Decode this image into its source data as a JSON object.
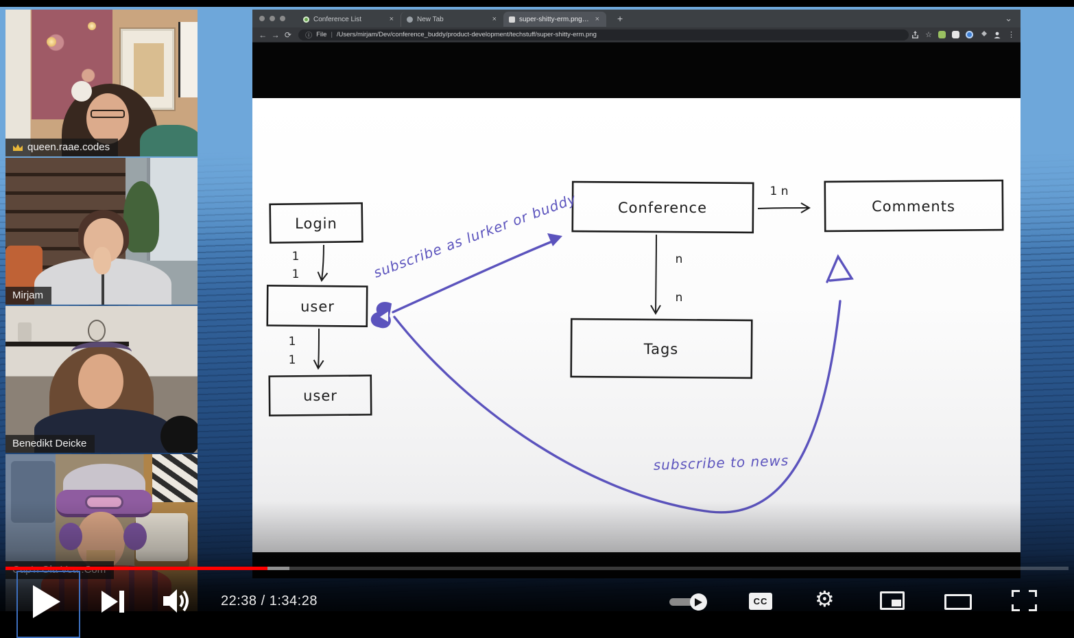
{
  "yt": {
    "time_display": "22:38 / 1:34:28",
    "cc_label": "CC",
    "accent_red": "#ff0000",
    "progress_played_pct": 24.6,
    "progress_buffered_pct": 26.7
  },
  "webcams": [
    {
      "name": "queen.raae.codes",
      "badge": "crown"
    },
    {
      "name": "Mirjam"
    },
    {
      "name": "Benedikt Deicke"
    },
    {
      "name": "Cap'n Ola Vea .Com"
    }
  ],
  "browser": {
    "tabs": [
      {
        "title": "Conference List"
      },
      {
        "title": "New Tab"
      },
      {
        "title": "super-shitty-erm.png (2050…"
      }
    ],
    "close_glyph": "×",
    "new_tab_button": "+",
    "back_glyph": "←",
    "forward_glyph": "→",
    "reload_glyph": "⟳",
    "chevron_glyph": "⌄",
    "menu_glyph": "⋮",
    "star_glyph": "☆",
    "url_scheme": "File",
    "url_divider": "|",
    "url": "/Users/mirjam/Dev/conference_buddy/product-development/techstuff/super-shitty-erm.png"
  },
  "diagram": {
    "ink_color": "#5b53bd",
    "boxes": {
      "login": "Login",
      "user1": "user",
      "user2": "user",
      "conference": "Conference",
      "comments": "Comments",
      "tags": "Tags"
    },
    "edges": {
      "login_user_a": "1",
      "login_user_b": "1",
      "user_user_a": "1",
      "user_user_b": "1",
      "conf_comments": "1 n",
      "conf_tags_a": "n",
      "conf_tags_b": "n"
    },
    "notes": {
      "lurker": "subscribe as lurker or buddy",
      "news": "subscribe to news"
    }
  }
}
